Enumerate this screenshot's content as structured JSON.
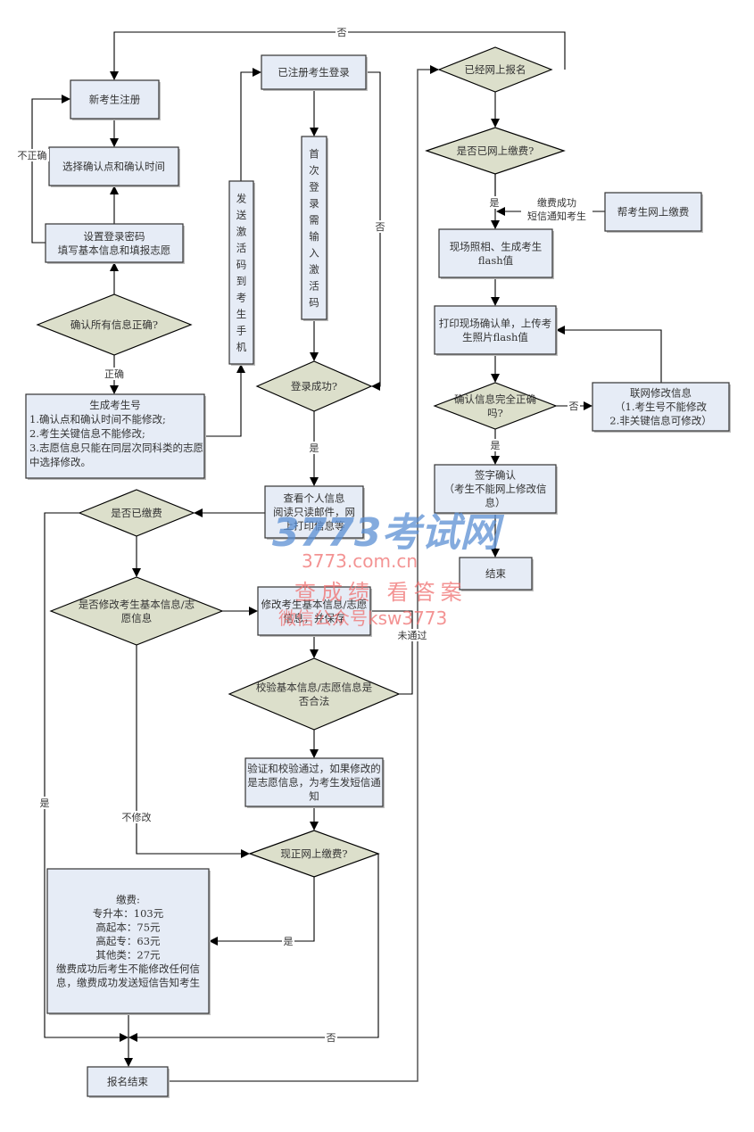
{
  "colors": {
    "process_fill": "#e6ecf6",
    "decision_fill": "#dcdfcb",
    "stroke": "#000000",
    "watermark_blue": "#5b8fd4",
    "watermark_red": "#f07070"
  },
  "nodes": {
    "new_register": {
      "type": "process",
      "lines": [
        "新考生注册"
      ]
    },
    "choose_point": {
      "type": "process",
      "lines": [
        "选择确认点和确认时间"
      ]
    },
    "set_password": {
      "type": "process",
      "lines": [
        "设置登录密码",
        "填写基本信息和填报志愿"
      ]
    },
    "confirm_all": {
      "type": "decision",
      "lines": [
        "确认所有信息正确?"
      ]
    },
    "gen_number": {
      "type": "process",
      "align": "left",
      "title": "生成考生号",
      "lines": [
        "生成考生号",
        "1.确认点和确认时间不能修改;",
        "2.考生关键信息不能修改;",
        "3.志愿信息只能在同层次同科类的志愿",
        "中选择修改。"
      ]
    },
    "send_code": {
      "type": "process",
      "vertical": true,
      "lines": [
        "发送激活码到考生手机"
      ]
    },
    "login": {
      "type": "process",
      "lines": [
        "已注册考生登录"
      ]
    },
    "first_login": {
      "type": "process",
      "vertical": true,
      "lines": [
        "首次登录需输入激活码"
      ]
    },
    "login_ok": {
      "type": "decision",
      "lines": [
        "登录成功?"
      ]
    },
    "view_info": {
      "type": "process",
      "lines": [
        "查看个人信息",
        "阅读只读邮件，网",
        "上打印信息等"
      ]
    },
    "paid": {
      "type": "decision",
      "lines": [
        "是否已缴费"
      ]
    },
    "modify_q": {
      "type": "decision",
      "lines": [
        "是否修改考生基本信息/志",
        "愿信息"
      ]
    },
    "modify_save": {
      "type": "process",
      "lines": [
        "修改考生基本信息/志愿",
        "信息，并保存"
      ]
    },
    "validate": {
      "type": "decision",
      "lines": [
        "校验基本信息/志愿信息是",
        "否合法"
      ]
    },
    "verified": {
      "type": "process",
      "lines": [
        "验证和校验通过，如果修改的",
        "是志愿信息，为考生发短信通",
        "知"
      ]
    },
    "pay_now": {
      "type": "decision",
      "lines": [
        "现正网上缴费?"
      ]
    },
    "fee": {
      "type": "process",
      "lines": [
        "缴费:",
        "专升本：103元",
        "高起本：75元",
        "高起专：63元",
        "其他类：27元",
        "缴费成功后考生不能修改任何信",
        "息，缴费成功发送短信告知考生"
      ]
    },
    "reg_end": {
      "type": "process",
      "lines": [
        "报名结束"
      ]
    },
    "online_registered": {
      "type": "decision",
      "lines": [
        "已经网上报名"
      ]
    },
    "online_paid": {
      "type": "decision",
      "lines": [
        "是否已网上缴费?"
      ]
    },
    "help_pay": {
      "type": "process",
      "lines": [
        "帮考生网上缴费"
      ]
    },
    "photo": {
      "type": "process",
      "lines": [
        "现场照相、生成考生",
        "flash值"
      ]
    },
    "print_confirm": {
      "type": "process",
      "lines": [
        "打印现场确认单，上传考",
        "生照片flash值"
      ]
    },
    "info_correct": {
      "type": "decision",
      "lines": [
        "确认信息完全正确",
        "吗?"
      ]
    },
    "online_modify": {
      "type": "process",
      "lines": [
        "联网修改信息",
        "（1.考生号不能修改",
        "2.非关键信息可修改）"
      ]
    },
    "sign": {
      "type": "process",
      "lines": [
        "签字确认",
        "（考生不能网上修改信",
        "息）"
      ]
    },
    "end": {
      "type": "process",
      "lines": [
        "结束"
      ]
    }
  },
  "edge_labels": {
    "top_no": "否",
    "incorrect": "不正确",
    "correct": "正确",
    "login_no": "否",
    "login_yes": "是",
    "paid_yes": "是",
    "no_modify": "不修改",
    "not_passed": "未通过",
    "pay_yes": "是",
    "pay_no": "否",
    "online_paid_yes": "是",
    "pay_success": [
      "缴费成功",
      "短信通知考生"
    ],
    "info_no": "否",
    "info_yes": "是"
  },
  "watermark": {
    "logo": "3773考试网",
    "url": "3773.com.cn",
    "line1": "查成绩 看答案",
    "line2": "微信公众号ksw3773"
  }
}
